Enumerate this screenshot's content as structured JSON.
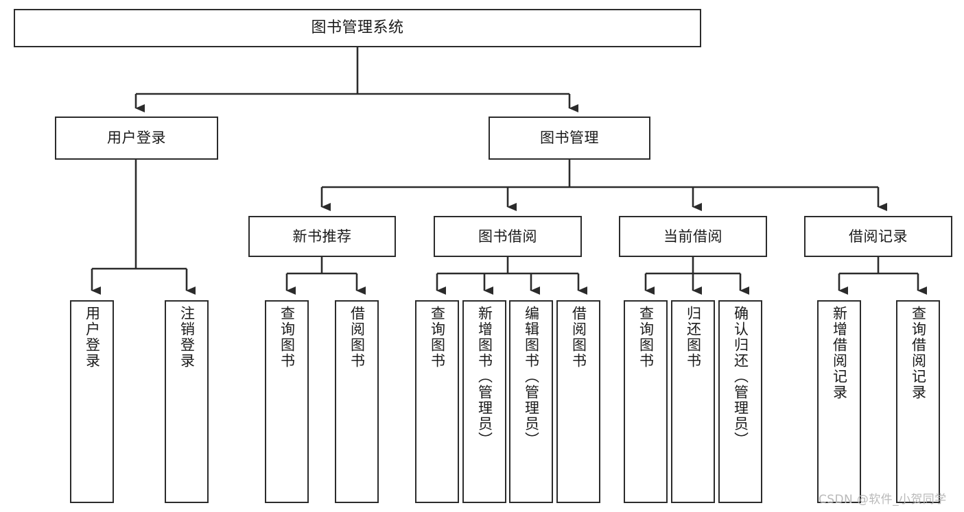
{
  "diagram": {
    "type": "hierarchy-tree",
    "title": "图书管理系统",
    "levels": 4,
    "root": {
      "label": "图书管理系统"
    },
    "level2": [
      {
        "label": "用户登录"
      },
      {
        "label": "图书管理"
      }
    ],
    "level3": [
      {
        "label": "新书推荐"
      },
      {
        "label": "图书借阅"
      },
      {
        "label": "当前借阅"
      },
      {
        "label": "借阅记录"
      }
    ],
    "leaves_user_login": [
      {
        "label": "用户登录"
      },
      {
        "label": "注销登录"
      }
    ],
    "leaves_new_books": [
      {
        "label": "查询图书"
      },
      {
        "label": "借阅图书"
      }
    ],
    "leaves_borrow": [
      {
        "label": "查询图书"
      },
      {
        "label": "新增图书（管理员）"
      },
      {
        "label": "编辑图书（管理员）"
      },
      {
        "label": "借阅图书"
      }
    ],
    "leaves_current": [
      {
        "label": "查询图书"
      },
      {
        "label": "归还图书"
      },
      {
        "label": "确认归还（管理员）"
      }
    ],
    "leaves_records": [
      {
        "label": "新增借阅记录"
      },
      {
        "label": "查询借阅记录"
      }
    ]
  },
  "watermark": {
    "text": "CSDN @软件_小贺同学"
  },
  "colors": {
    "stroke": "#2b2b2b",
    "background": "#ffffff",
    "text": "#1a1a1a",
    "watermark": "#b9b9b9"
  }
}
